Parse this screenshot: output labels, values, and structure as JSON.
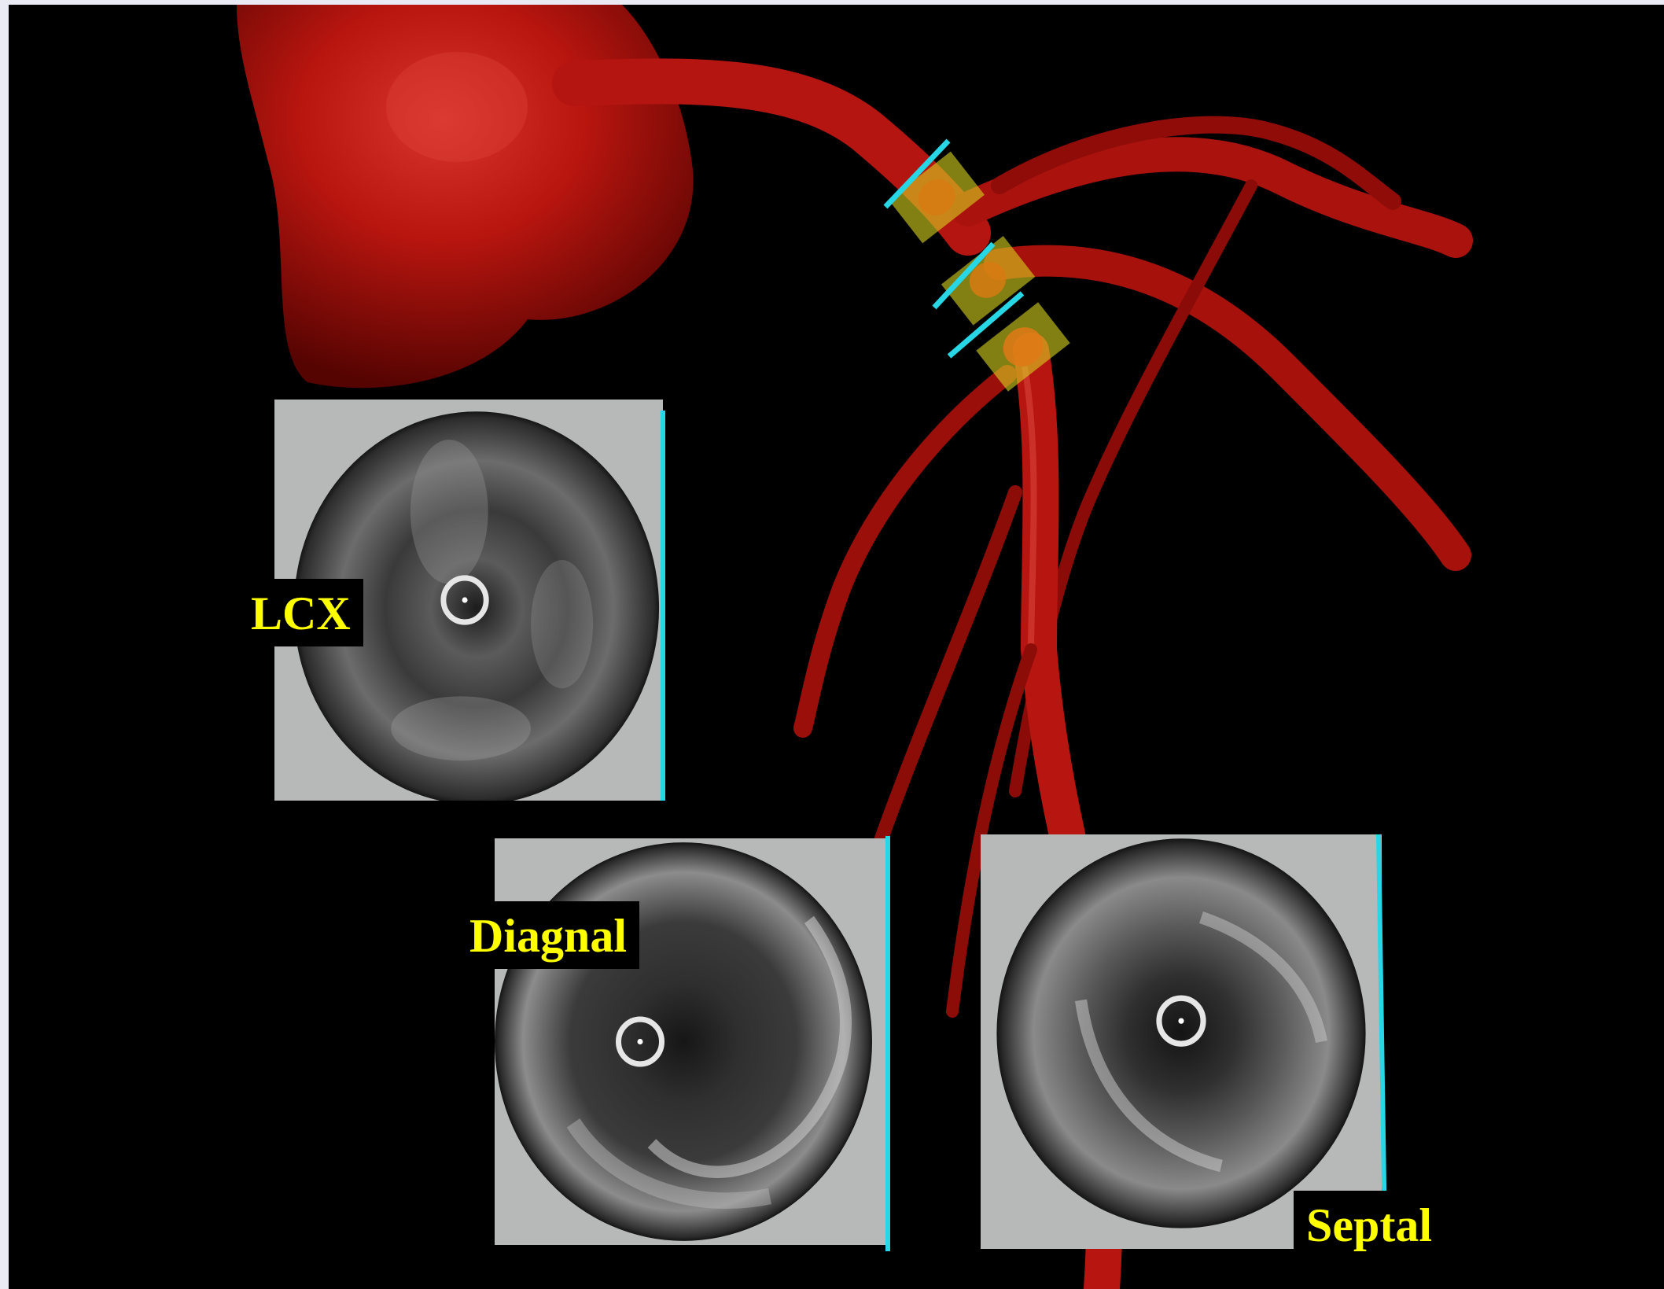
{
  "colors": {
    "background": "#000000",
    "vessel_red": "#b81410",
    "marker_cyan": "#27d7e6",
    "label_yellow": "#ffff00",
    "ivus_frame_gray": "#b7b9b8"
  },
  "labels": {
    "lcx": "LCX",
    "diagonal": "Diagnal",
    "septal": "Septal"
  }
}
